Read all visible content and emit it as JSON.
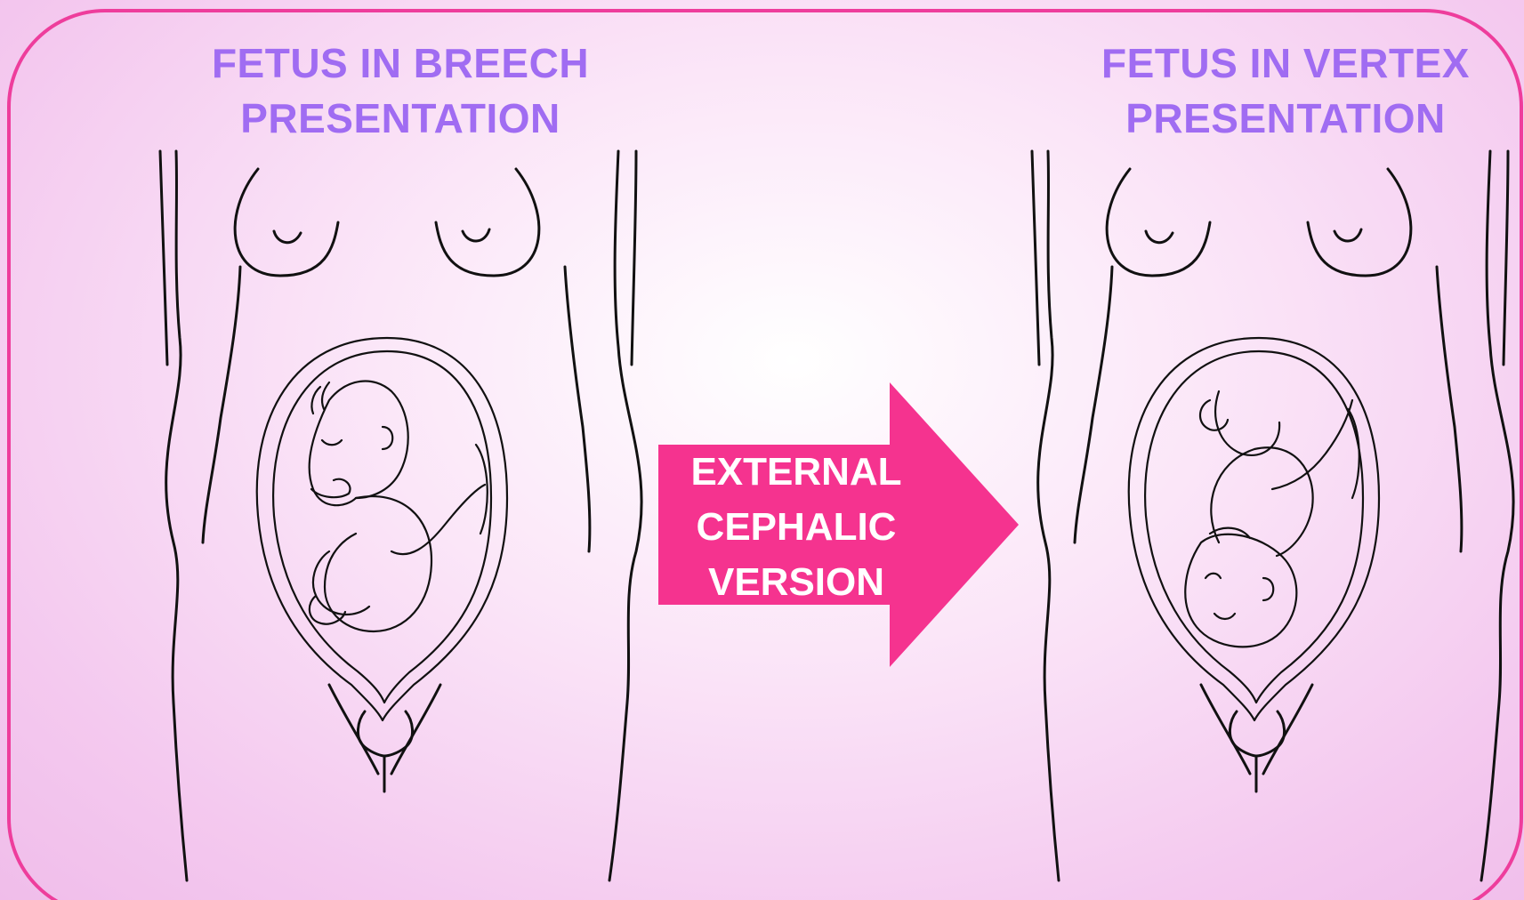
{
  "diagram": {
    "left_caption": {
      "line1": "FETUS IN BREECH",
      "line2": "PRESENTATION"
    },
    "right_caption": {
      "line1": "FETUS IN VERTEX",
      "line2": "PRESENTATION"
    },
    "arrow": {
      "line1": "EXTERNAL",
      "line2": "CEPHALIC",
      "line3": "VERSION",
      "color": "#f5338f",
      "direction": "right"
    },
    "frame_color": "#ee3d9c",
    "caption_color": "#a06cf2"
  }
}
